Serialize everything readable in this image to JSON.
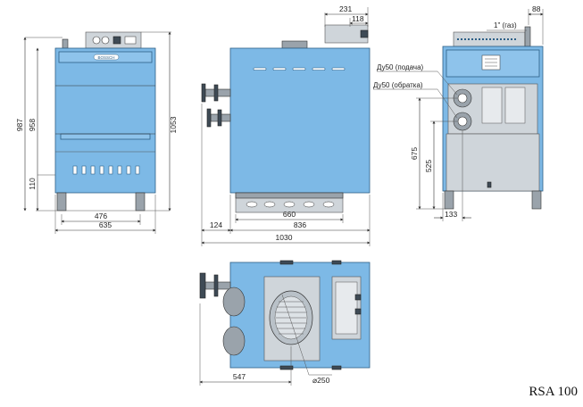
{
  "model": "RSA 100",
  "front_view": {
    "dims": {
      "h_total": "987",
      "h_body": "958",
      "h_leg": "110",
      "h_right": "1053",
      "w_legs": "476",
      "w_total": "635"
    },
    "brand": "BOSSCH"
  },
  "side_view": {
    "dims": {
      "top_231": "231",
      "top_118": "118",
      "w_660": "660",
      "w_124": "124",
      "w_836": "836",
      "w_1030": "1030"
    }
  },
  "rear_view": {
    "dims": {
      "w_88": "88",
      "gas_label": "1\" (газ)",
      "h_675": "675",
      "h_525": "525",
      "w_133": "133"
    },
    "labels": {
      "supply": "Ду50 (подача)",
      "return": "Ду50 (обратка)"
    }
  },
  "top_view": {
    "dims": {
      "w_547": "547",
      "diam_250": "⌀250"
    }
  }
}
